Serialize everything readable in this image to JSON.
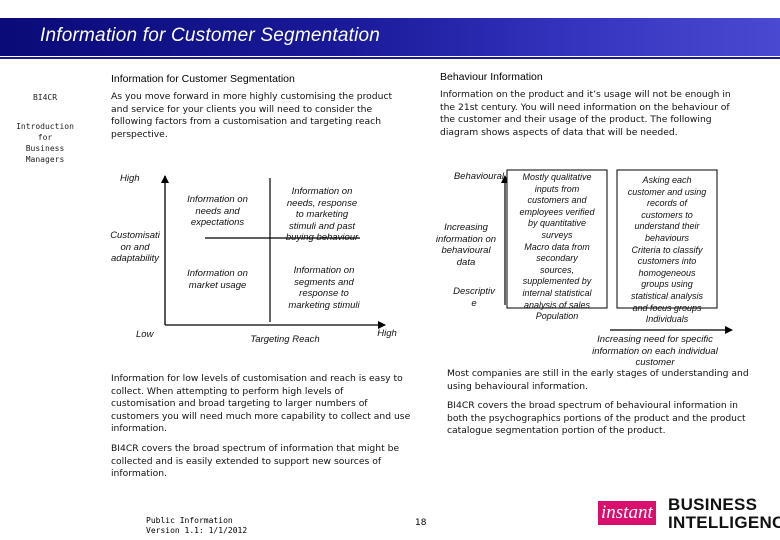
{
  "page": {
    "title": "Information for Customer Segmentation"
  },
  "sidebar": {
    "code": "BI4CR",
    "subtitle_lines": [
      "Introduction",
      "for",
      "Business",
      "Managers"
    ]
  },
  "left_section": {
    "heading": "Information for Customer Segmentation",
    "intro": [
      "As you move forward in more highly customising the product",
      "and service for your clients you will need to consider the",
      "following factors from a customisation and targeting reach",
      "perspective."
    ],
    "paragraph1": [
      "Information for low levels of customisation and reach is easy to",
      "collect. When attempting to perform high levels of",
      "customisation and broad targeting to larger numbers of",
      "customers you will need much more capability to collect and use",
      "information."
    ],
    "paragraph2": [
      "BI4CR covers the broad spectrum of information that might be",
      "collected and is easily extended to support new sources of",
      "information."
    ]
  },
  "matrix": {
    "y_high": "High",
    "y_low": "Low",
    "y_axis_label": [
      "Customisati",
      "on and",
      "adaptability"
    ],
    "x_axis_label": "Targeting Reach",
    "x_high": "High",
    "cells": {
      "top_left": [
        "Information on",
        "needs and",
        "expectations"
      ],
      "top_right": [
        "Information on",
        "needs, response",
        "to marketing",
        "stimuli and past",
        "buying behaviour"
      ],
      "bottom_left": [
        "Information on",
        "market usage"
      ],
      "bottom_right": [
        "Information on",
        "segments and",
        "response to",
        "marketing stimuli"
      ]
    }
  },
  "right_section": {
    "heading": "Behaviour Information",
    "intro": [
      "Information on the product and it’s usage will not be enough in",
      "the 21st century. You will need information on the behaviour of",
      "the customer and their usage of the product. The following",
      "diagram shows aspects of data that will be needed."
    ],
    "paragraph1": [
      "Most companies are still in the early stages of understanding and",
      "using behavioural information."
    ],
    "paragraph2": [
      "BI4CR covers the broad spectrum of behavioural information in",
      "both the psychographics portions of the product and the product",
      "catalogue segmentation portion of the product."
    ]
  },
  "behaviour_diagram": {
    "label_behavioural": "Behavioural",
    "label_increasing": [
      "Increasing",
      "information on",
      "behavioural",
      "data"
    ],
    "label_descriptive": [
      "Descriptiv",
      "e"
    ],
    "box_middle": [
      "Mostly qualitative",
      "inputs from",
      "customers and",
      "employees verified",
      "by quantitative",
      "surveys",
      "Macro data from",
      "secondary",
      "sources,",
      "supplemented by",
      "internal statistical",
      "analysis of sales",
      "Population"
    ],
    "box_right": [
      "Asking each",
      "customer and using",
      "records of",
      "customers to",
      "understand their",
      "behaviours",
      "Criteria to classify",
      "customers into",
      "homogeneous",
      "groups using",
      "statistical analysis",
      "and focus groups",
      "Individuals"
    ],
    "bottom_label": [
      "Increasing need for specific",
      "information on each individual",
      "customer"
    ]
  },
  "footer": {
    "line1": "Public Information",
    "line2": "Version 1.1: 1/1/2012",
    "page_number": "18",
    "logo_instant": "instant",
    "logo_business": "BUSINESS",
    "logo_intelligence": "INTELLIGENCE"
  },
  "colors": {
    "title_bar": "#1a1a9a",
    "logo_accent": "#d90f6e"
  }
}
